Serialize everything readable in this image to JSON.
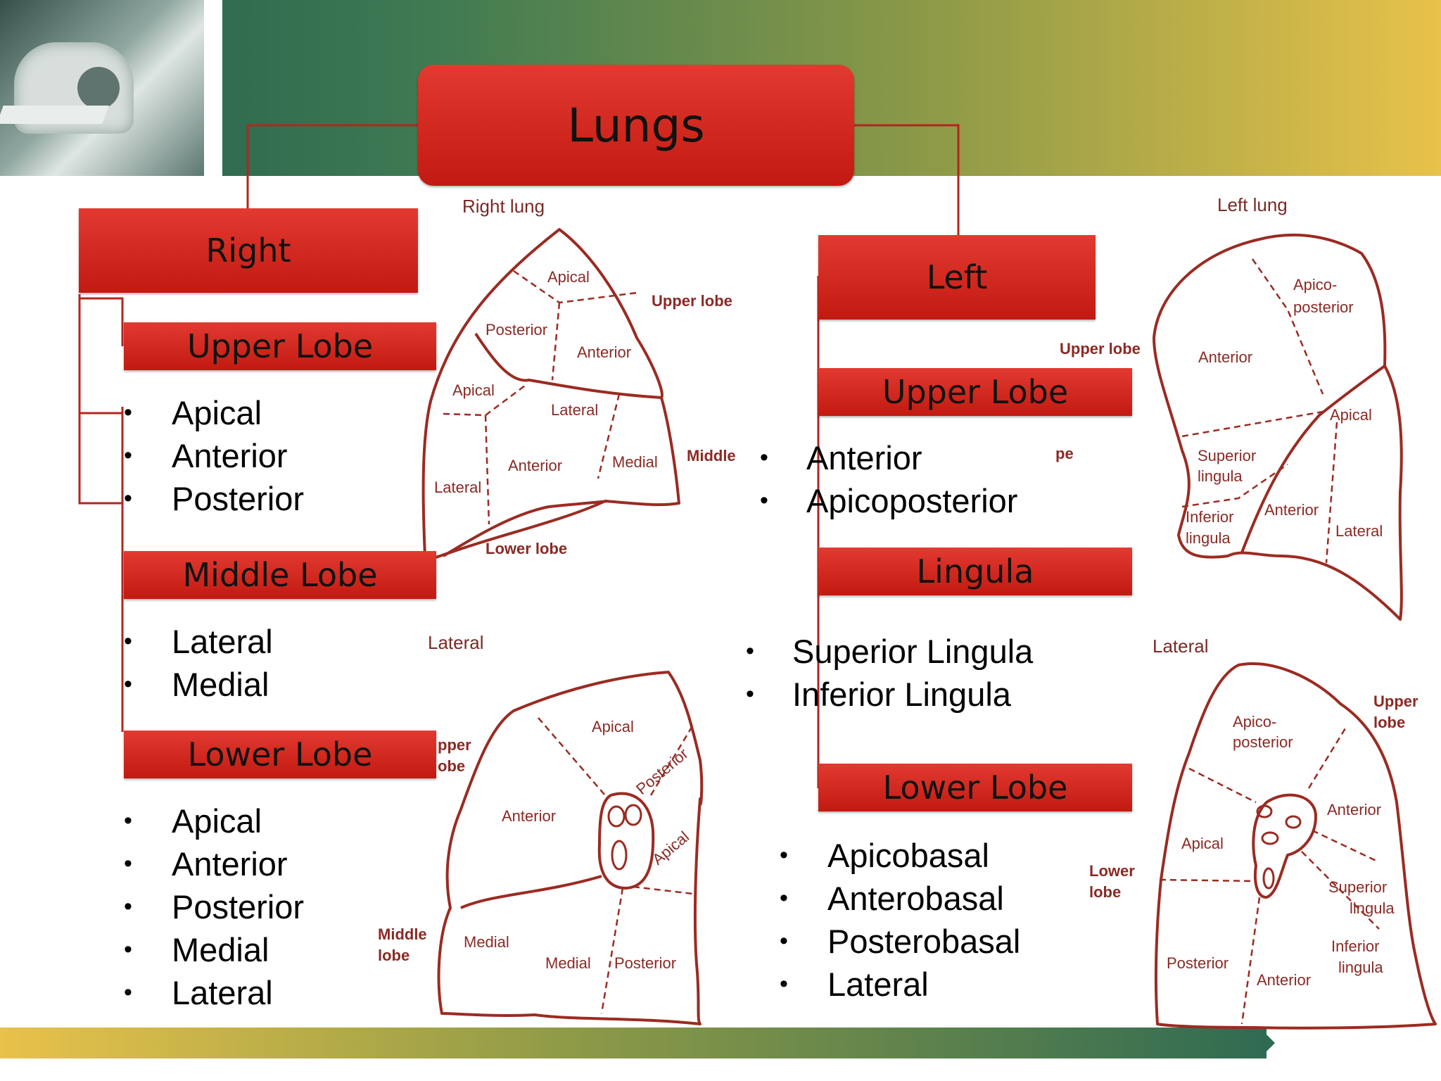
{
  "title": "Lungs",
  "right": {
    "heading": "Right",
    "upper": {
      "heading": "Upper Lobe",
      "items": [
        "Apical",
        "Anterior",
        "Posterior"
      ]
    },
    "middle": {
      "heading": "Middle Lobe",
      "items": [
        "Lateral",
        "Medial"
      ]
    },
    "lower": {
      "heading": "Lower Lobe",
      "items": [
        "Apical",
        "Anterior",
        "Posterior",
        "Medial",
        "Lateral"
      ]
    }
  },
  "left": {
    "heading": "Left",
    "upper": {
      "heading": "Upper Lobe",
      "items": [
        "Anterior",
        "Apicoposterior"
      ]
    },
    "lingula": {
      "heading": "Lingula",
      "items": [
        "Superior Lingula",
        "Inferior Lingula"
      ]
    },
    "lower": {
      "heading": "Lower Lobe",
      "items": [
        "Apicobasal",
        "Anterobasal",
        "Posterobasal",
        "Lateral"
      ]
    }
  },
  "right_lung_lateral": {
    "title": "Right lung",
    "view": "Lateral",
    "labels": [
      "Apical",
      "Posterior",
      "Anterior",
      "Upper lobe",
      "Apical",
      "Lateral",
      "Anterior",
      "Medial",
      "Lateral",
      "Middle",
      "Lower lobe"
    ]
  },
  "right_lung_medial": {
    "labels": [
      "Apical",
      "Posterior",
      "Anterior",
      "Apical",
      "Medial",
      "Medial",
      "Posterior",
      "Middle",
      "lobe",
      "pper",
      "obe"
    ]
  },
  "left_lung_lateral": {
    "title": "Left lung",
    "view": "Lateral",
    "labels": [
      "Apico-",
      "posterior",
      "Anterior",
      "Apical",
      "Superior",
      "lingula",
      "Inferior",
      "lingula",
      "Anterior",
      "Lateral",
      "Upper lobe",
      "pe"
    ]
  },
  "left_lung_medial": {
    "labels": [
      "Apico-",
      "posterior",
      "Upper",
      "lobe",
      "Anterior",
      "Apical",
      "Superior",
      "lingula",
      "Inferior",
      "lingula",
      "Posterior",
      "Anterior",
      "Lower",
      "lobe"
    ]
  },
  "colors": {
    "box_red": "#d0261b",
    "connector": "#b3261e",
    "diagram_stroke": "#9b2b22"
  }
}
